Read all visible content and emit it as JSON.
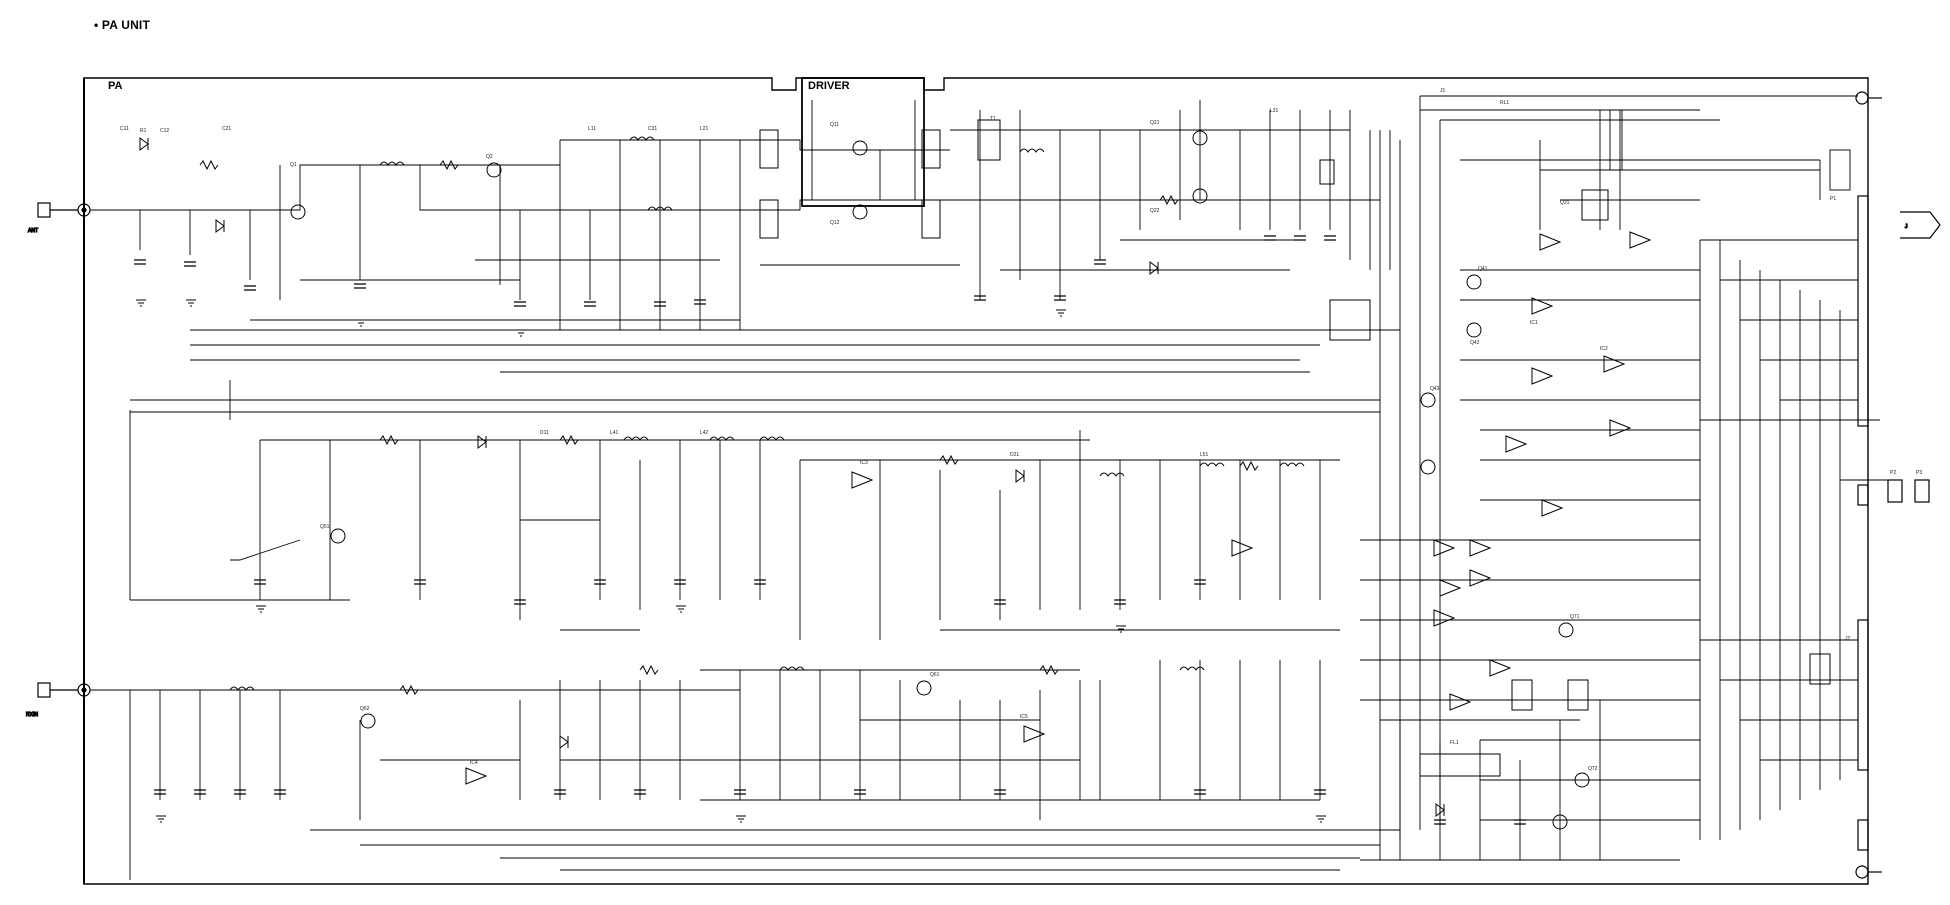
{
  "page": {
    "heading": "• PA UNIT"
  },
  "blocks": {
    "pa": "PA",
    "driver": "DRIVER"
  },
  "colors": {
    "ink": "#000000",
    "background": "#ffffff"
  }
}
